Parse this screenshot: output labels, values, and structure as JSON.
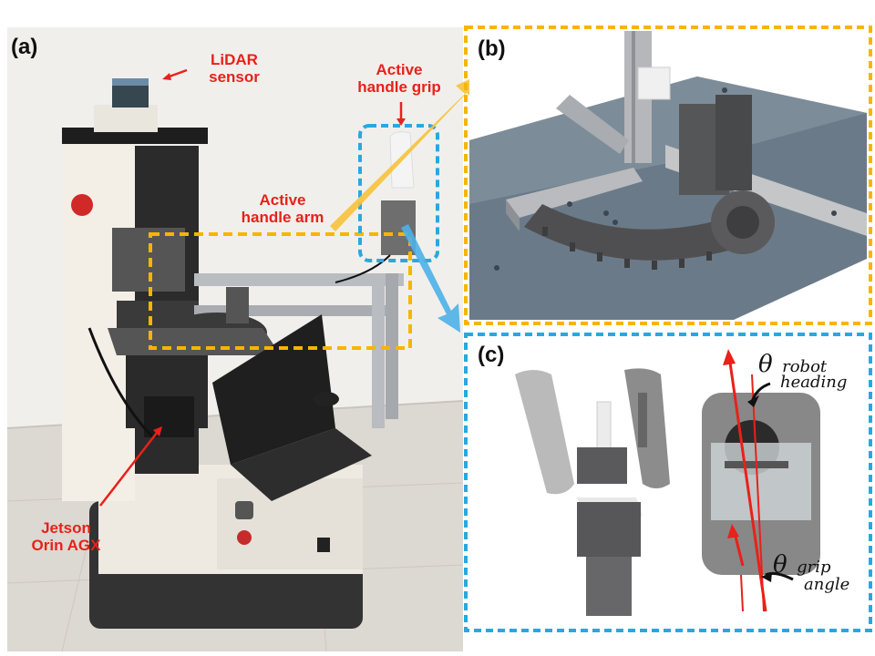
{
  "panels": {
    "a": {
      "label": "(a)"
    },
    "b": {
      "label": "(b)"
    },
    "c": {
      "label": "(c)"
    }
  },
  "callouts": {
    "lidar": [
      "LiDAR",
      "sensor"
    ],
    "grip": [
      "Active",
      "handle grip"
    ],
    "arm": [
      "Active",
      "handle arm"
    ],
    "jetson": [
      "Jetson",
      "Orin AGX"
    ]
  },
  "angles": {
    "robot": {
      "symbol": "θ",
      "sub1": "robot",
      "sub2": "heading"
    },
    "grip": {
      "symbol": "θ",
      "sub1": "grip",
      "sub2": "angle"
    }
  },
  "colors": {
    "callout": "#e8211a",
    "yellow_frame": "#f7b500",
    "blue_frame": "#29a8e0",
    "arrow_red": "#e8211a"
  }
}
